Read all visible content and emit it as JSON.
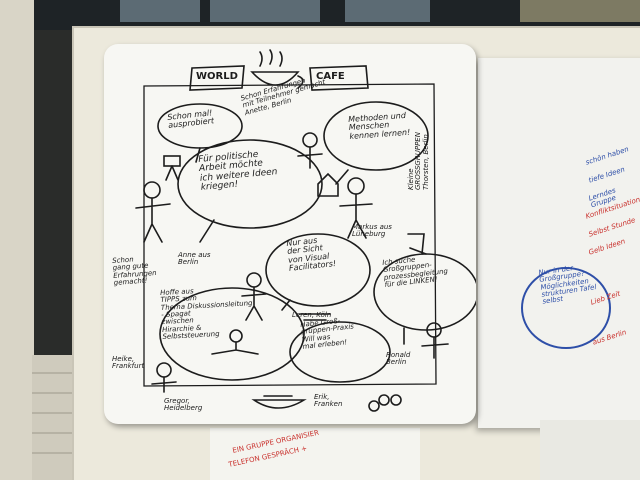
{
  "poster": {
    "title_left": "WORLD",
    "title_right": "CAFE",
    "speech": {
      "schon_mal": "Schon mal!\nausprobiert",
      "erfahrungen": "Schon Erfahrungen\nmit Teilnehmer gemacht\nAnette, Berlin",
      "methoden": "Methoden und\nMenschen\nkennen lernen!",
      "politische": "Für politische\nArbeit möchte\nich weitere Ideen\nkriegen!",
      "nur_aus": "Nur aus\nder Sicht\nvon Visual\nFacilitators!",
      "ich_suche": "Ich suche\nGroßgruppen-\nprozessbegleitung\nfür die LINKEN!",
      "hoffe": "Hoffe aus\nTIPPS zum\nThema Diskussionsleitung\n- Spagat\nzwischen\nHirarchie &\nSelbststeuerung",
      "habe_gross": "Habe Groß-\ngruppen-Praxis\nWill was\nmal erleben!"
    },
    "names": {
      "anne": "Anne aus\nBerlin",
      "markus": "Markus aus\nLüneburg",
      "schon_gute": "Schon\ngang gute\nErfahrungen\ngemacht!",
      "leren": "Leren, Köln",
      "ronald": "Ronald\nBerlin",
      "heike": "Heike,\nFrankfurt",
      "gregor": "Gregor,\nHeidelberg",
      "erik": "Erik,\nFranken",
      "side_vertical": "Kleine\nGROSSGRUPPEN\nThorsten, Berlin"
    }
  },
  "side_notes": {
    "bubble": "Nur in der\nGroßgruppe?\nMöglichkeiten\nstrukturen Tafel\nselbst",
    "lines": [
      "schön haben",
      "tiefe Ideen",
      "Lerndes Gruppe",
      "Konfliktsituation",
      "Selbst Stunde",
      "Gelb Ideen",
      "Lieb Zeit",
      "aus Berlin"
    ]
  },
  "bottom_notes": [
    "EIN GRUPPE ORGANISIER",
    "TELEFON GESPRÄCH +"
  ],
  "colors": {
    "wall": "#d9d5c7",
    "board": "#ece9dc",
    "paper": "#f7f7f3",
    "ink": "#1c1c1c",
    "red_ink": "#c9302c",
    "blue_ink": "#2e4fa8"
  }
}
